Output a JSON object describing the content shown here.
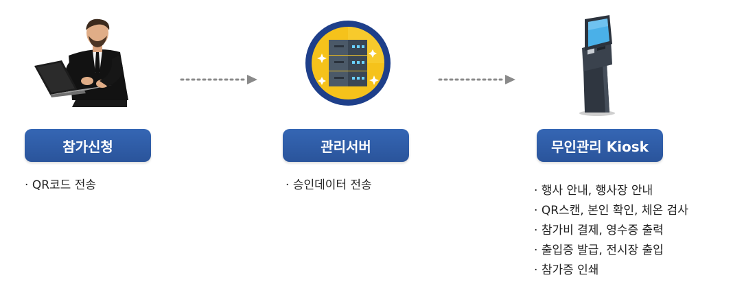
{
  "steps": [
    {
      "icon": "businessman-laptop-icon",
      "label": "참가신청",
      "bullets": [
        "QR코드 전송"
      ]
    },
    {
      "icon": "server-icon",
      "label": "관리서버",
      "bullets": [
        "승인데이터 전송"
      ]
    },
    {
      "icon": "kiosk-icon",
      "label": "무인관리 Kiosk",
      "bullets": [
        "행사 안내, 행사장 안내",
        "QR스캔, 본인 확인, 체온 검사",
        "참가비 결제, 영수증 출력",
        "출입증 발급, 전시장 출입",
        "참가증 인쇄"
      ]
    }
  ],
  "colors": {
    "pill": "#2f5ca6",
    "server_ring": "#1e3f8a",
    "server_fill": "#f5c21b",
    "arrow": "#8a8a8a"
  }
}
